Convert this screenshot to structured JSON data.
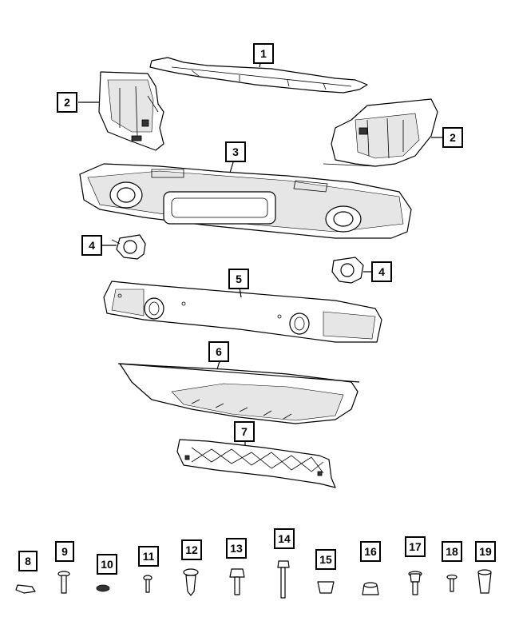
{
  "callouts": {
    "c1": "1",
    "c2a": "2",
    "c2b": "2",
    "c3": "3",
    "c4a": "4",
    "c4b": "4",
    "c5": "5",
    "c6": "6",
    "c7": "7",
    "c8": "8",
    "c9": "9",
    "c10": "10",
    "c11": "11",
    "c12": "12",
    "c13": "13",
    "c14": "14",
    "c15": "15",
    "c16": "16",
    "c17": "17",
    "c18": "18",
    "c19": "19"
  }
}
